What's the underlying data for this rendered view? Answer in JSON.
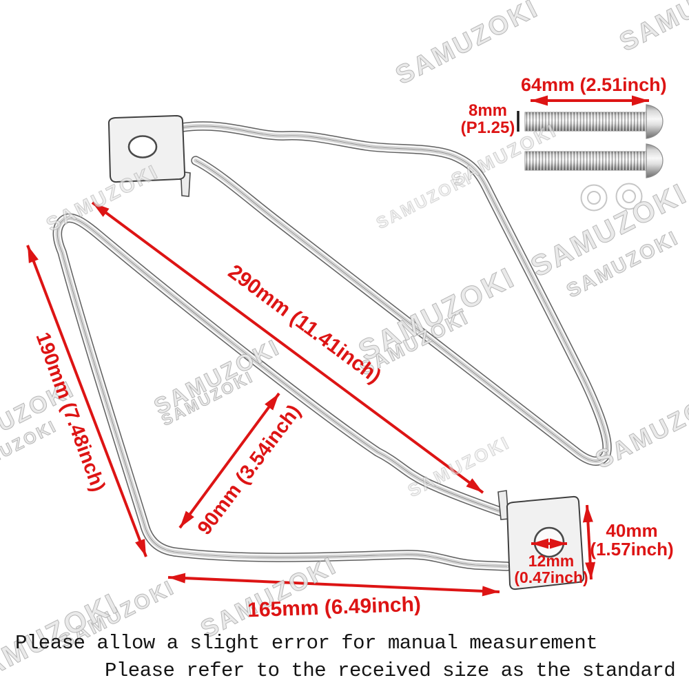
{
  "watermark": {
    "text": "SAMUZOKI"
  },
  "colors": {
    "dimension_red": "#dd1414",
    "note_black": "#141414",
    "metal_light": "#f6f6f6",
    "metal_dark": "#5f5f5f"
  },
  "hardware_labels": {
    "bolt_length": "64mm (2.51inch)",
    "bolt_thread_size": "8mm",
    "bolt_thread_pitch": "(P1.25)"
  },
  "bracket_dimensions": {
    "long_side": "290mm (11.41inch)",
    "left_side": "190mm (7.48inch)",
    "inner_height": "90mm (3.54inch)",
    "bottom_side": "165mm (6.49inch)",
    "plate_height_line1": "40mm",
    "plate_height_line2": "(1.57inch)",
    "hole_diameter_line1": "12mm",
    "hole_diameter_line2": "(0.47inch)"
  },
  "notes": {
    "line1": "Please allow a slight error for manual measurement",
    "line2": "Please refer to the received size as the standard"
  }
}
